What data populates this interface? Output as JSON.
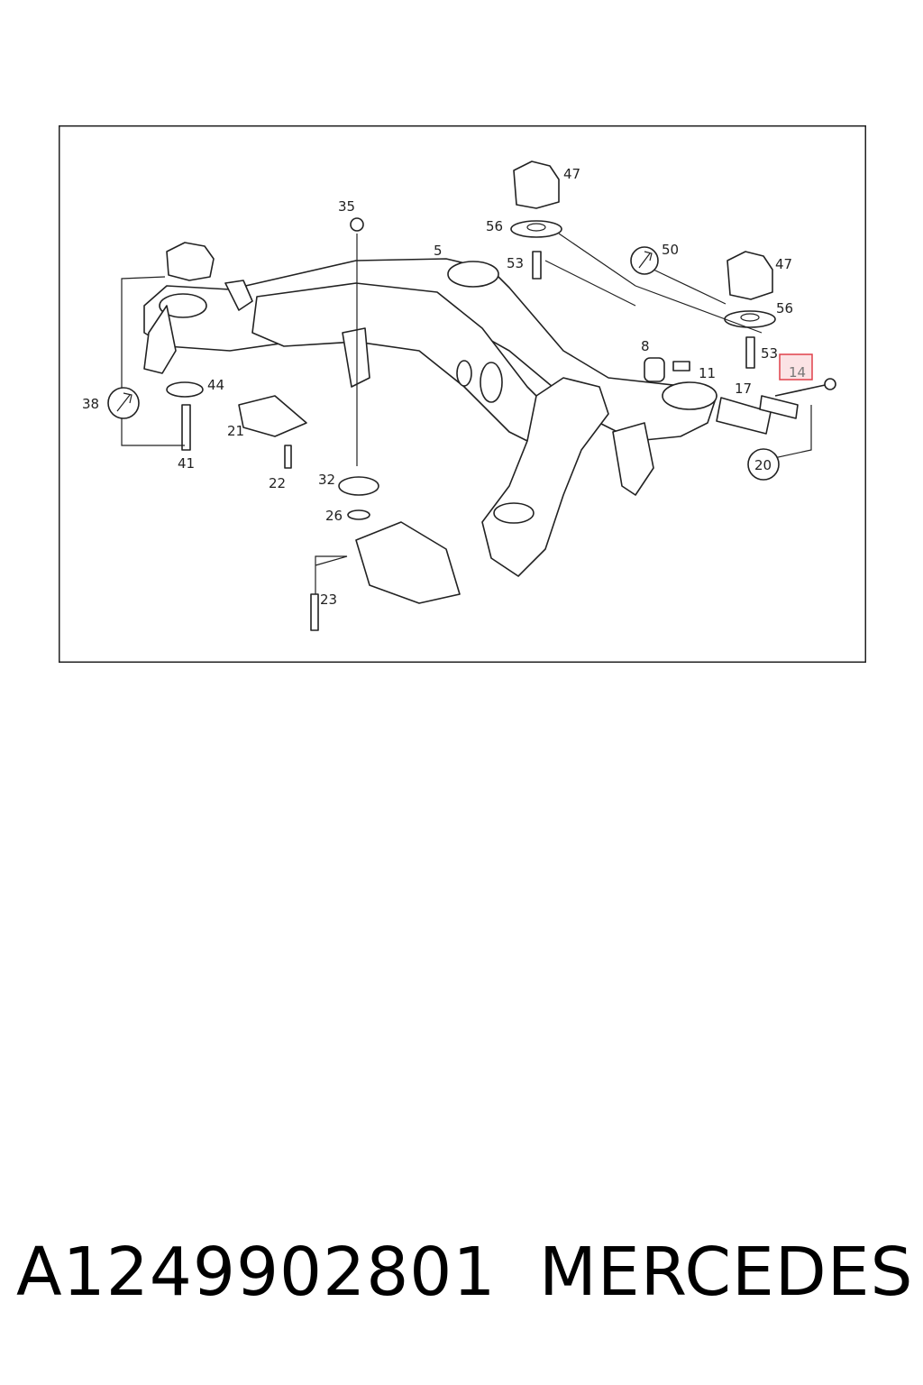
{
  "diagram": {
    "callouts": [
      "47",
      "56",
      "53",
      "35",
      "5",
      "50",
      "47",
      "56",
      "53",
      "8",
      "11",
      "17",
      "14",
      "44",
      "38",
      "21",
      "41",
      "22",
      "32",
      "26",
      "23",
      "20"
    ],
    "highlight_color": "#e0404a",
    "stroke_color": "#222222"
  },
  "caption": {
    "part_number": "A1249902801",
    "brand": "MERCEDES"
  }
}
